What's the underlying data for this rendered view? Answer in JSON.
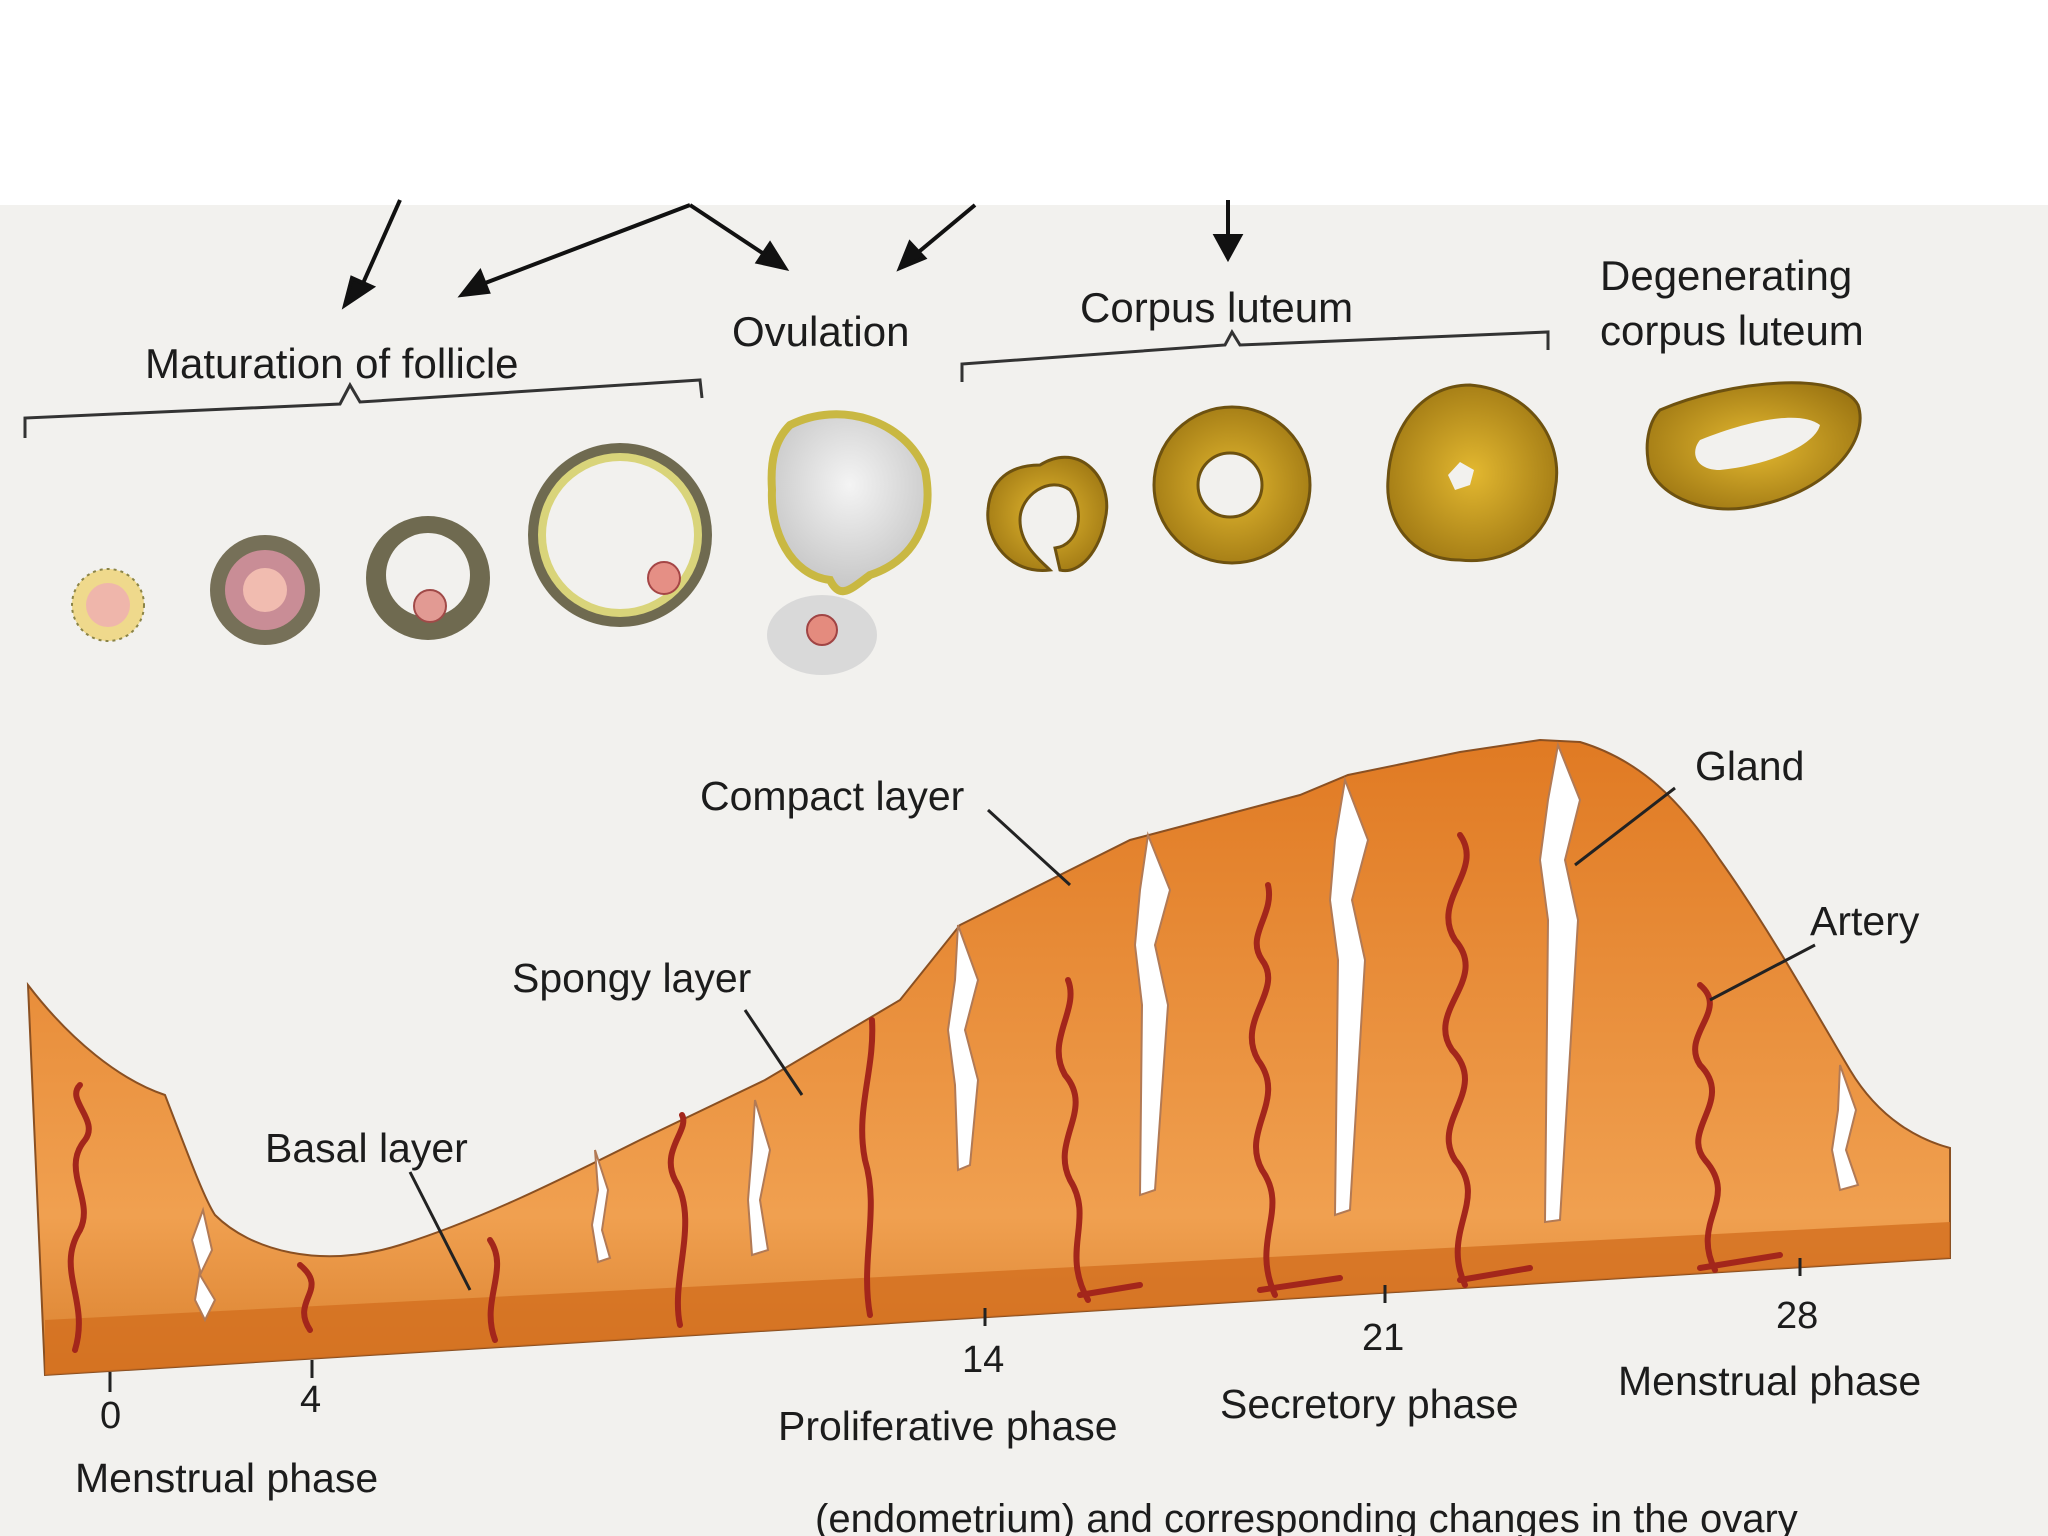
{
  "ovary": {
    "maturation_label": "Maturation of follicle",
    "ovulation_label": "Ovulation",
    "corpus_luteum_label": "Corpus luteum",
    "degenerating_label_line1": "Degenerating",
    "degenerating_label_line2": "corpus luteum"
  },
  "uterus": {
    "compact_layer_label": "Compact layer",
    "spongy_layer_label": "Spongy layer",
    "basal_layer_label": "Basal layer",
    "gland_label": "Gland",
    "artery_label": "Artery"
  },
  "timeline": {
    "days": [
      "0",
      "4",
      "14",
      "21",
      "28"
    ],
    "phases": {
      "menstrual_start": "Menstrual phase",
      "proliferative": "Proliferative phase",
      "secretory": "Secretory phase",
      "menstrual_end": "Menstrual phase"
    }
  },
  "caption": "(endometrium) and corresponding changes in the ovary",
  "colors": {
    "endometrium": "#e8892f",
    "basal": "#d2701f",
    "artery": "#a3261b",
    "corpus_luteum": "#b8911a",
    "follicle_pink": "#e9a7a0",
    "follicle_ring": "#6e6a4d"
  }
}
